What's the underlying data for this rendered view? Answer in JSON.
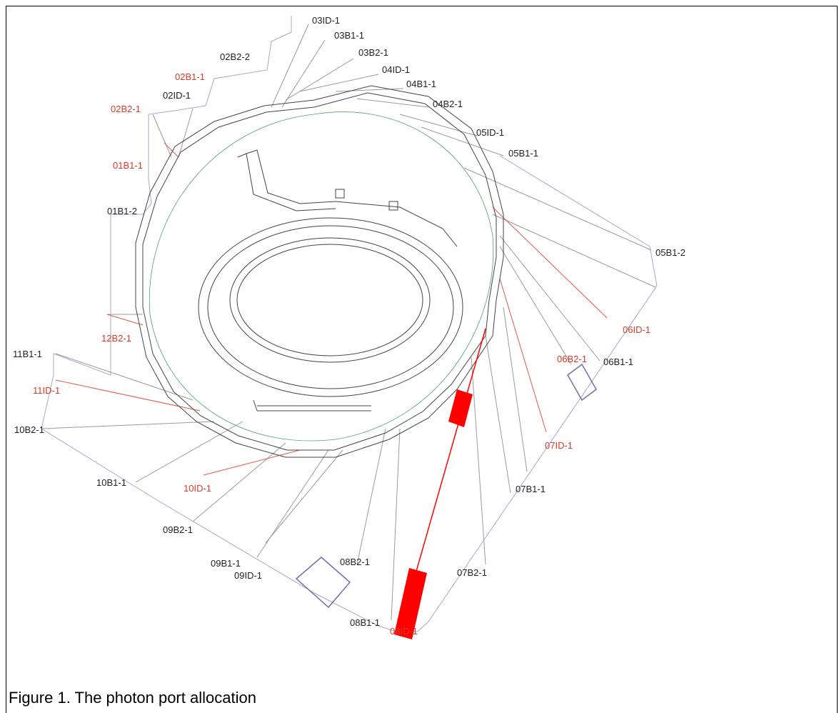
{
  "caption": "Figure 1. The photon port allocation",
  "colors": {
    "black_label": "#222222",
    "red_label": "#d93a2b",
    "beam_red": "#ff0000",
    "outline_blue": "#6f6fb0",
    "ring_green": "#4fa070",
    "gray_line": "#9a9a9a"
  },
  "ports": [
    {
      "id": "p01",
      "text": "03ID-1",
      "color": "black"
    },
    {
      "id": "p02",
      "text": "03B1-1",
      "color": "black"
    },
    {
      "id": "p03",
      "text": "02B2-2",
      "color": "black"
    },
    {
      "id": "p04",
      "text": "03B2-1",
      "color": "black"
    },
    {
      "id": "p05",
      "text": "02B1-1",
      "color": "red"
    },
    {
      "id": "p06",
      "text": "04ID-1",
      "color": "black"
    },
    {
      "id": "p07",
      "text": "04B1-1",
      "color": "black"
    },
    {
      "id": "p08",
      "text": "02ID-1",
      "color": "black"
    },
    {
      "id": "p09",
      "text": "02B2-1",
      "color": "red"
    },
    {
      "id": "p10",
      "text": "04B2-1",
      "color": "black"
    },
    {
      "id": "p11",
      "text": "05ID-1",
      "color": "black"
    },
    {
      "id": "p12",
      "text": "05B1-1",
      "color": "black"
    },
    {
      "id": "p13",
      "text": "01B1-1",
      "color": "red"
    },
    {
      "id": "p14",
      "text": "01B1-2",
      "color": "black"
    },
    {
      "id": "p15",
      "text": "05B1-2",
      "color": "black"
    },
    {
      "id": "p16",
      "text": "06ID-1",
      "color": "red"
    },
    {
      "id": "p17",
      "text": "12B2-1",
      "color": "red"
    },
    {
      "id": "p18",
      "text": "11B1-1",
      "color": "black"
    },
    {
      "id": "p19",
      "text": "06B2-1",
      "color": "red"
    },
    {
      "id": "p20",
      "text": "06B1-1",
      "color": "black"
    },
    {
      "id": "p21",
      "text": "11ID-1",
      "color": "red"
    },
    {
      "id": "p22",
      "text": "10B2-1",
      "color": "black"
    },
    {
      "id": "p23",
      "text": "07ID-1",
      "color": "red"
    },
    {
      "id": "p24",
      "text": "10B1-1",
      "color": "black"
    },
    {
      "id": "p25",
      "text": "10ID-1",
      "color": "red"
    },
    {
      "id": "p26",
      "text": "07B1-1",
      "color": "black"
    },
    {
      "id": "p27",
      "text": "09B2-1",
      "color": "black"
    },
    {
      "id": "p28",
      "text": "08B2-1",
      "color": "black"
    },
    {
      "id": "p29",
      "text": "09B1-1",
      "color": "black"
    },
    {
      "id": "p30",
      "text": "07B2-1",
      "color": "black"
    },
    {
      "id": "p31",
      "text": "09ID-1",
      "color": "black"
    },
    {
      "id": "p32",
      "text": "08B1-1",
      "color": "black"
    },
    {
      "id": "p33",
      "text": "08ID-1",
      "color": "red"
    }
  ]
}
